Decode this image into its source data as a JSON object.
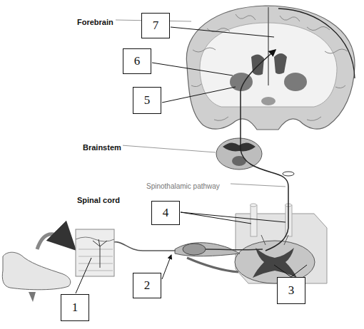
{
  "diagram": {
    "nodes": [
      {
        "text": [
          "7"
        ]
      },
      {
        "text": [
          "6"
        ]
      },
      {
        "text": [
          "5"
        ]
      },
      {
        "text": [
          "4"
        ]
      },
      {
        "text": [
          "2"
        ]
      },
      {
        "text": [
          "3"
        ]
      },
      {
        "text": [
          "1"
        ]
      }
    ],
    "labels": [
      "Forebrain",
      "Brainstem",
      "Spinal cord",
      "Spinothalamic pathway"
    ]
  }
}
